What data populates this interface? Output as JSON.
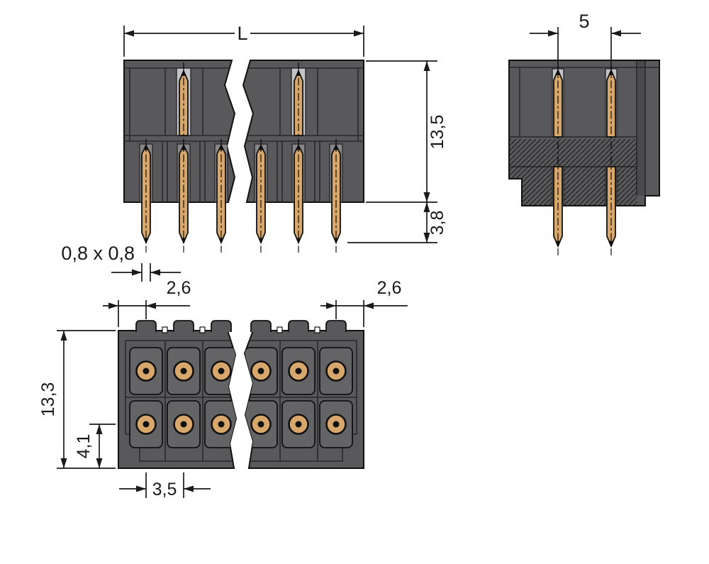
{
  "drawing": {
    "dimensions": {
      "length": {
        "label": "L"
      },
      "housing_height": {
        "label": "13,5"
      },
      "pin_protrusion": {
        "label": "3,8"
      },
      "row_spacing": {
        "label": "5"
      },
      "pin_cross_section": {
        "label": "0,8 x 0,8"
      },
      "edge_to_pin_left": {
        "label": "2,6"
      },
      "edge_to_pin_right": {
        "label": "2,6"
      },
      "housing_depth": {
        "label": "13,3"
      },
      "bottom_row_offset": {
        "label": "4,1"
      },
      "pin_pitch": {
        "label": "3,5"
      }
    },
    "colors": {
      "background": "#ffffff",
      "housing": "#59595b",
      "housing_line": "#29292b",
      "housing_light": "#c4c4c6",
      "housing_mid": "#87878a",
      "housing_cell": "#646467",
      "channel": "#4a4a4d",
      "pin_gold": "#d8a76c",
      "line": "#1a1a1a",
      "outline": "#111111"
    }
  }
}
